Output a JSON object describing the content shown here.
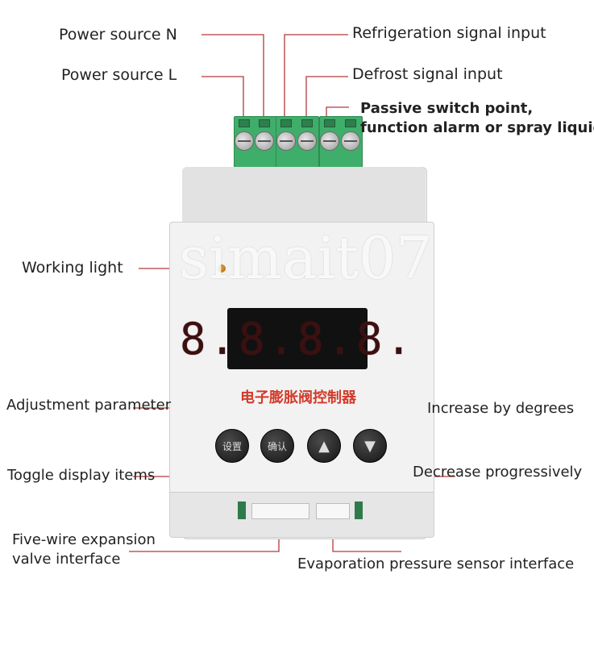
{
  "labels": {
    "power_n": "Power source N",
    "power_l": "Power source L",
    "refrigeration": "Refrigeration signal input",
    "defrost": "Defrost signal input",
    "passive_1": "Passive switch point,",
    "passive_2": "function alarm or spray liquid",
    "working_light": "Working light",
    "adjustment": "Adjustment parameter",
    "increase": "Increase by degrees",
    "toggle": "Toggle display items",
    "decrease": "Decrease progressively",
    "five_wire_1": "Five-wire expansion",
    "five_wire_2": "valve interface",
    "evaporation": "Evaporation pressure sensor interface"
  },
  "device": {
    "display": "8.8.8.8.",
    "title": "电子膨胀阀控制器",
    "btn_set": "设置",
    "btn_confirm": "确认",
    "btn_up": "▲",
    "btn_down": "▼",
    "watermark": "simait07"
  },
  "colors": {
    "leader_line": "#b33a3a",
    "terminal_green": "#3fae6b",
    "title_red": "#d23a2a",
    "led_amber": "#e8a53a"
  }
}
